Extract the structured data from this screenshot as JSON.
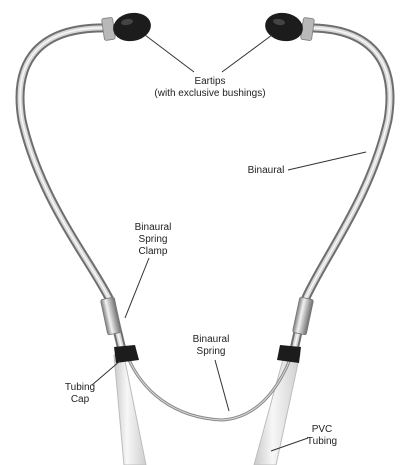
{
  "labels": {
    "eartips": {
      "line1": "Eartips",
      "line2": "(with exclusive bushings)"
    },
    "binaural": {
      "line1": "Binaural"
    },
    "spring_clamp": {
      "line1": "Binaural",
      "line2": "Spring",
      "line3": "Clamp"
    },
    "binaural_spring": {
      "line1": "Binaural",
      "line2": "Spring"
    },
    "tubing_cap": {
      "line1": "Tubing",
      "line2": "Cap"
    },
    "pvc_tubing": {
      "line1": "PVC",
      "line2": "Tubing"
    }
  },
  "colors": {
    "metal_light": "#e4e4e4",
    "metal_dark": "#8a8a8a",
    "eartip": "#1c1c1c",
    "tubing": "#e6e6e6",
    "tubing_edge": "#bdbdbd",
    "leader": "#333333",
    "text": "#222222"
  }
}
